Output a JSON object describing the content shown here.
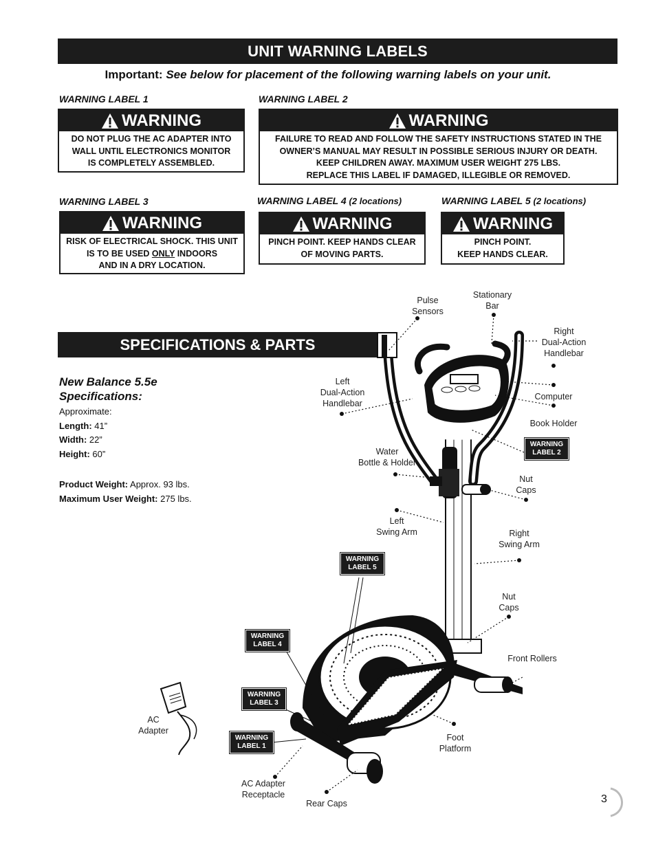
{
  "unit_section": {
    "title": "UNIT WARNING LABELS",
    "important_label": "Important:",
    "important_text": "See below for placement of the following warning labels on your unit."
  },
  "warning_word": "WARNING",
  "labels": [
    {
      "title": "WARNING LABEL 1",
      "locations": "",
      "lines": [
        "DO NOT PLUG THE AC ADAPTER INTO",
        "WALL UNTIL ELECTRONICS MONITOR",
        "IS COMPLETELY ASSEMBLED."
      ]
    },
    {
      "title": "WARNING LABEL 2",
      "locations": "",
      "lines": [
        "FAILURE TO READ AND FOLLOW THE SAFETY INSTRUCTIONS STATED IN THE",
        "OWNER’S MANUAL MAY RESULT IN POSSIBLE SERIOUS INJURY OR DEATH.",
        "KEEP CHILDREN AWAY. MAXIMUM USER WEIGHT 275 LBS.",
        "REPLACE THIS LABEL IF DAMAGED, ILLEGIBLE OR REMOVED."
      ]
    },
    {
      "title": "WARNING LABEL 3",
      "locations": "",
      "line1": "RISK OF ELECTRICAL SHOCK. THIS UNIT",
      "line2_pre": "IS TO BE USED ",
      "line2_ul": "ONLY",
      "line2_post": " INDOORS",
      "line3": "AND IN A DRY LOCATION."
    },
    {
      "title": "WARNING LABEL 4",
      "locations": "(2 locations)",
      "lines": [
        "PINCH POINT. KEEP HANDS CLEAR",
        "OF MOVING PARTS."
      ]
    },
    {
      "title": "WARNING LABEL 5",
      "locations": "(2 locations)",
      "lines": [
        "PINCH POINT.",
        "KEEP HANDS CLEAR."
      ]
    }
  ],
  "spec_section": {
    "title": "SPECIFICATIONS & PARTS"
  },
  "specs": {
    "model_line1": "New Balance 5.5e",
    "model_line2": "Specifications:",
    "approx": "Approximate:",
    "length_label": "Length:",
    "length_value": " 41”",
    "width_label": "Width:",
    "width_value": " 22”",
    "height_label": "Height:",
    "height_value": " 60”",
    "weight_label": "Product Weight:",
    "weight_value": " Approx. 93 lbs.",
    "max_label": "Maximum User Weight:",
    "max_value": " 275 lbs."
  },
  "callouts": {
    "pulse": [
      "Pulse",
      "Sensors"
    ],
    "stationary": [
      "Stationary",
      "Bar"
    ],
    "right_handlebar": [
      "Right",
      "Dual-Action",
      "Handlebar"
    ],
    "left_handlebar": [
      "Left",
      "Dual-Action",
      "Handlebar"
    ],
    "computer": "Computer",
    "book_holder": "Book Holder",
    "water": [
      "Water",
      "Bottle & Holder"
    ],
    "nut_caps_1": [
      "Nut",
      "Caps"
    ],
    "left_swing": [
      "Left",
      "Swing Arm"
    ],
    "right_swing": [
      "Right",
      "Swing Arm"
    ],
    "nut_caps_2": [
      "Nut",
      "Caps"
    ],
    "front_rollers": "Front Rollers",
    "ac_adapter": [
      "AC",
      "Adapter"
    ],
    "foot_platform": [
      "Foot",
      "Platform"
    ],
    "ac_receptacle": [
      "AC Adapter",
      "Receptacle"
    ],
    "rear_caps": "Rear Caps"
  },
  "tags": {
    "t2": [
      "WARNING",
      "LABEL 2"
    ],
    "t5": [
      "WARNING",
      "LABEL 5"
    ],
    "t4": [
      "WARNING",
      "LABEL 4"
    ],
    "t3": [
      "WARNING",
      "LABEL 3"
    ],
    "t1": [
      "WARNING",
      "LABEL 1"
    ]
  },
  "page_number": "3"
}
